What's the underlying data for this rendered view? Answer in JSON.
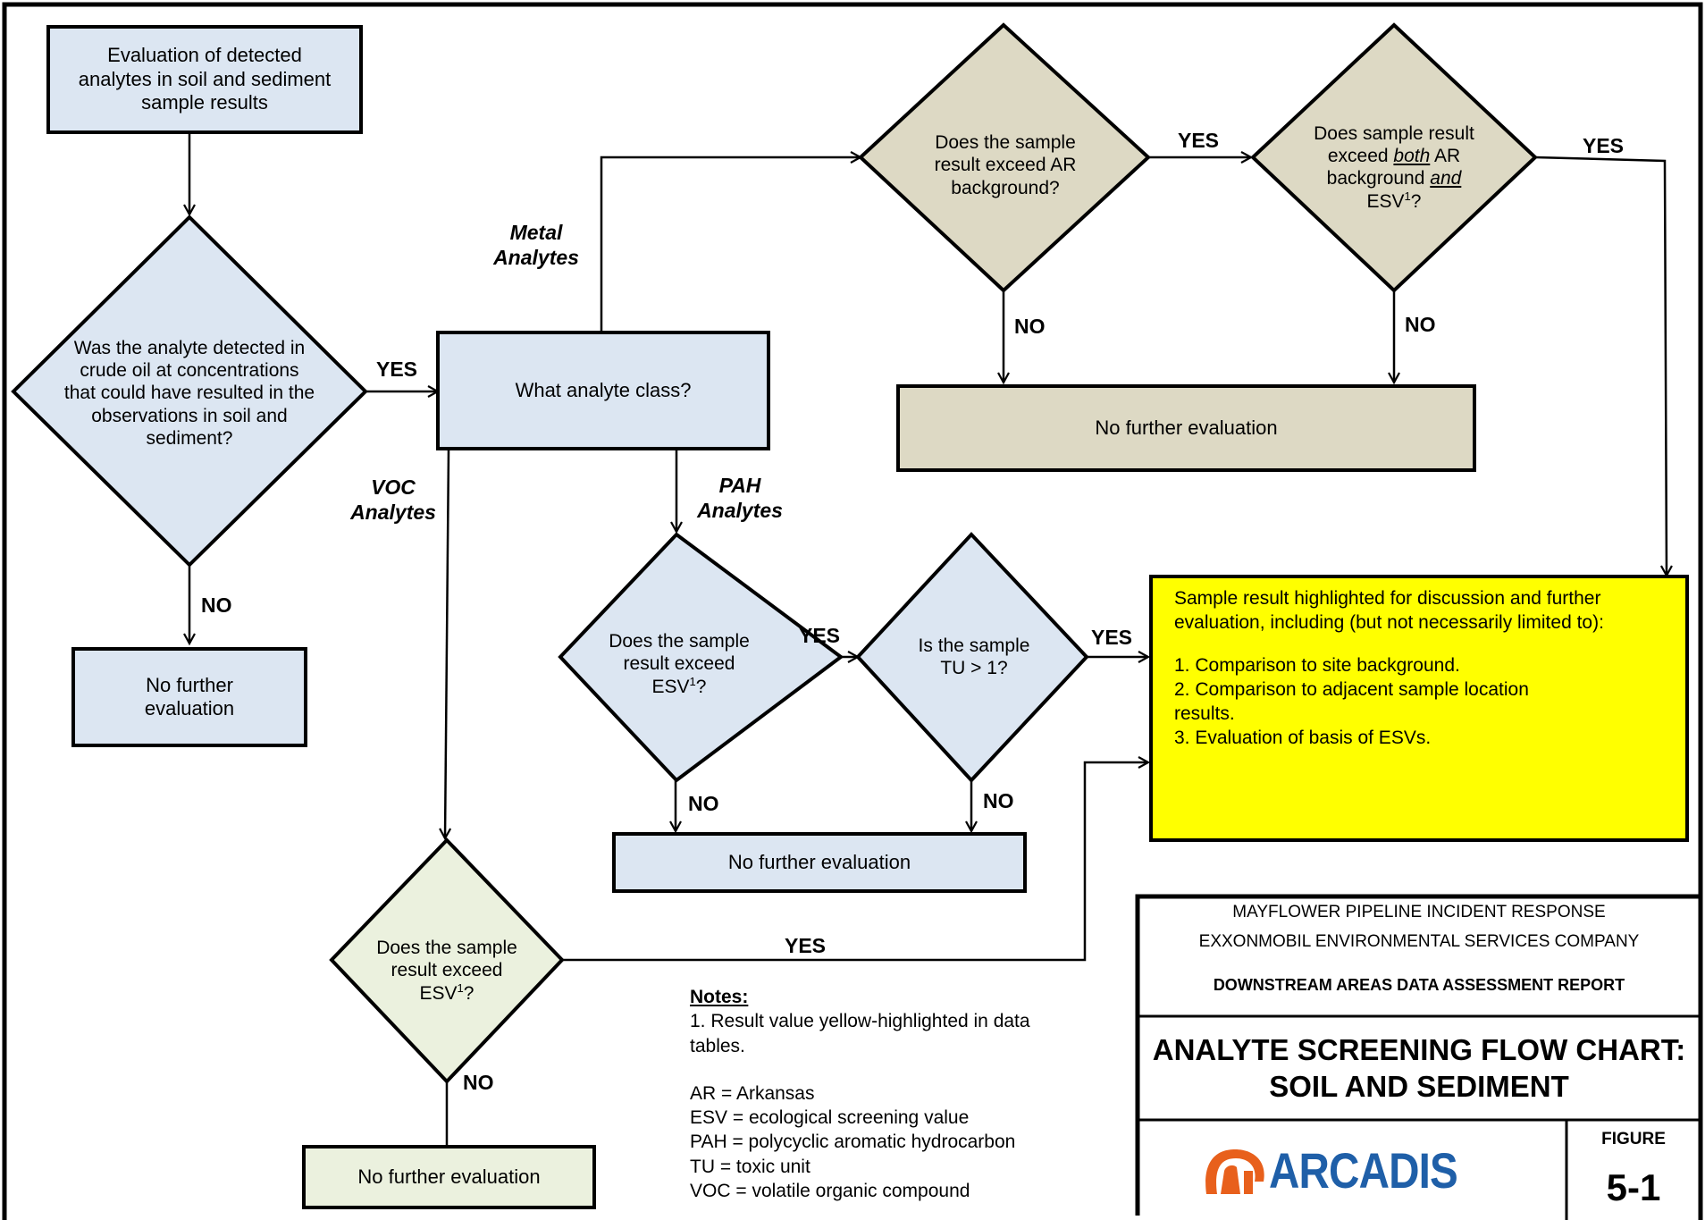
{
  "nodes": {
    "start": "Evaluation of detected\nanalytes in soil and sediment\nsample results",
    "crude_oil_q": "Was the analyte detected in\ncrude oil at concentrations\nthat could have resulted in the\nobservations in soil and\nsediment?",
    "no_further_1": "No further\nevaluation",
    "analyte_class": "What analyte class?",
    "ar_background_q": "Does the sample\nresult exceed AR\nbackground?",
    "both_q_line1": "Does sample result",
    "both_q_line2_pre": "exceed ",
    "both_q_line2_em": "both",
    "both_q_line2_post": " AR",
    "both_q_line3_pre": "background ",
    "both_q_line3_em": "and",
    "both_q_line4": "ESV",
    "no_further_metal": "No further evaluation",
    "pah_esv_q_1": "Does the sample\nresult exceed\nESV",
    "pah_tu_q": "Is the sample\nTU > 1?",
    "no_further_pah": "No further evaluation",
    "voc_esv_q_1": "Does the sample\nresult exceed\nESV",
    "no_further_voc": "No further evaluation",
    "highlight_intro": "Sample result highlighted for discussion and further evaluation, including (but not necessarily limited to):",
    "highlight_items": [
      "1. Comparison to site background.",
      "2. Comparison to adjacent sample location\n    results.",
      "3. Evaluation of basis of ESVs."
    ],
    "sup1": "1",
    "q_suffix": "?"
  },
  "edge_labels": {
    "yes_crude": "YES",
    "no_crude": "NO",
    "metal": "Metal\nAnalytes",
    "voc": "VOC\nAnalytes",
    "pah": "PAH\nAnalytes",
    "yes_ar": "YES",
    "yes_both": "YES",
    "no_ar": "NO",
    "no_both": "NO",
    "yes_pah_esv": "YES",
    "yes_tu": "YES",
    "no_pah_esv": "NO",
    "no_tu": "NO",
    "yes_voc": "YES",
    "no_voc": "NO"
  },
  "notes": {
    "heading": "Notes:",
    "note1": "1. Result value yellow-highlighted in data\n    tables.",
    "abbrevs": [
      "AR = Arkansas",
      "ESV = ecological screening value",
      "PAH = polycyclic aromatic hydrocarbon",
      "TU = toxic unit",
      "VOC = volatile organic compound"
    ]
  },
  "title_block": {
    "line1": "MAYFLOWER PIPELINE INCIDENT RESPONSE",
    "line2": "EXXONMOBIL ENVIRONMENTAL SERVICES COMPANY",
    "line3": "DOWNSTREAM AREAS DATA ASSESSMENT REPORT",
    "title": "ANALYTE SCREENING FLOW CHART:\nSOIL AND SEDIMENT",
    "logo_text": "ARCADIS",
    "figure_label": "FIGURE",
    "figure_number": "5-1"
  },
  "colors": {
    "blue_fill": "#dce6f2",
    "tan_fill": "#ddd9c4",
    "green_fill": "#ebf1de",
    "yellow_fill": "#ffff00",
    "logo_orange": "#e8601c",
    "logo_blue": "#1f5fa8"
  }
}
